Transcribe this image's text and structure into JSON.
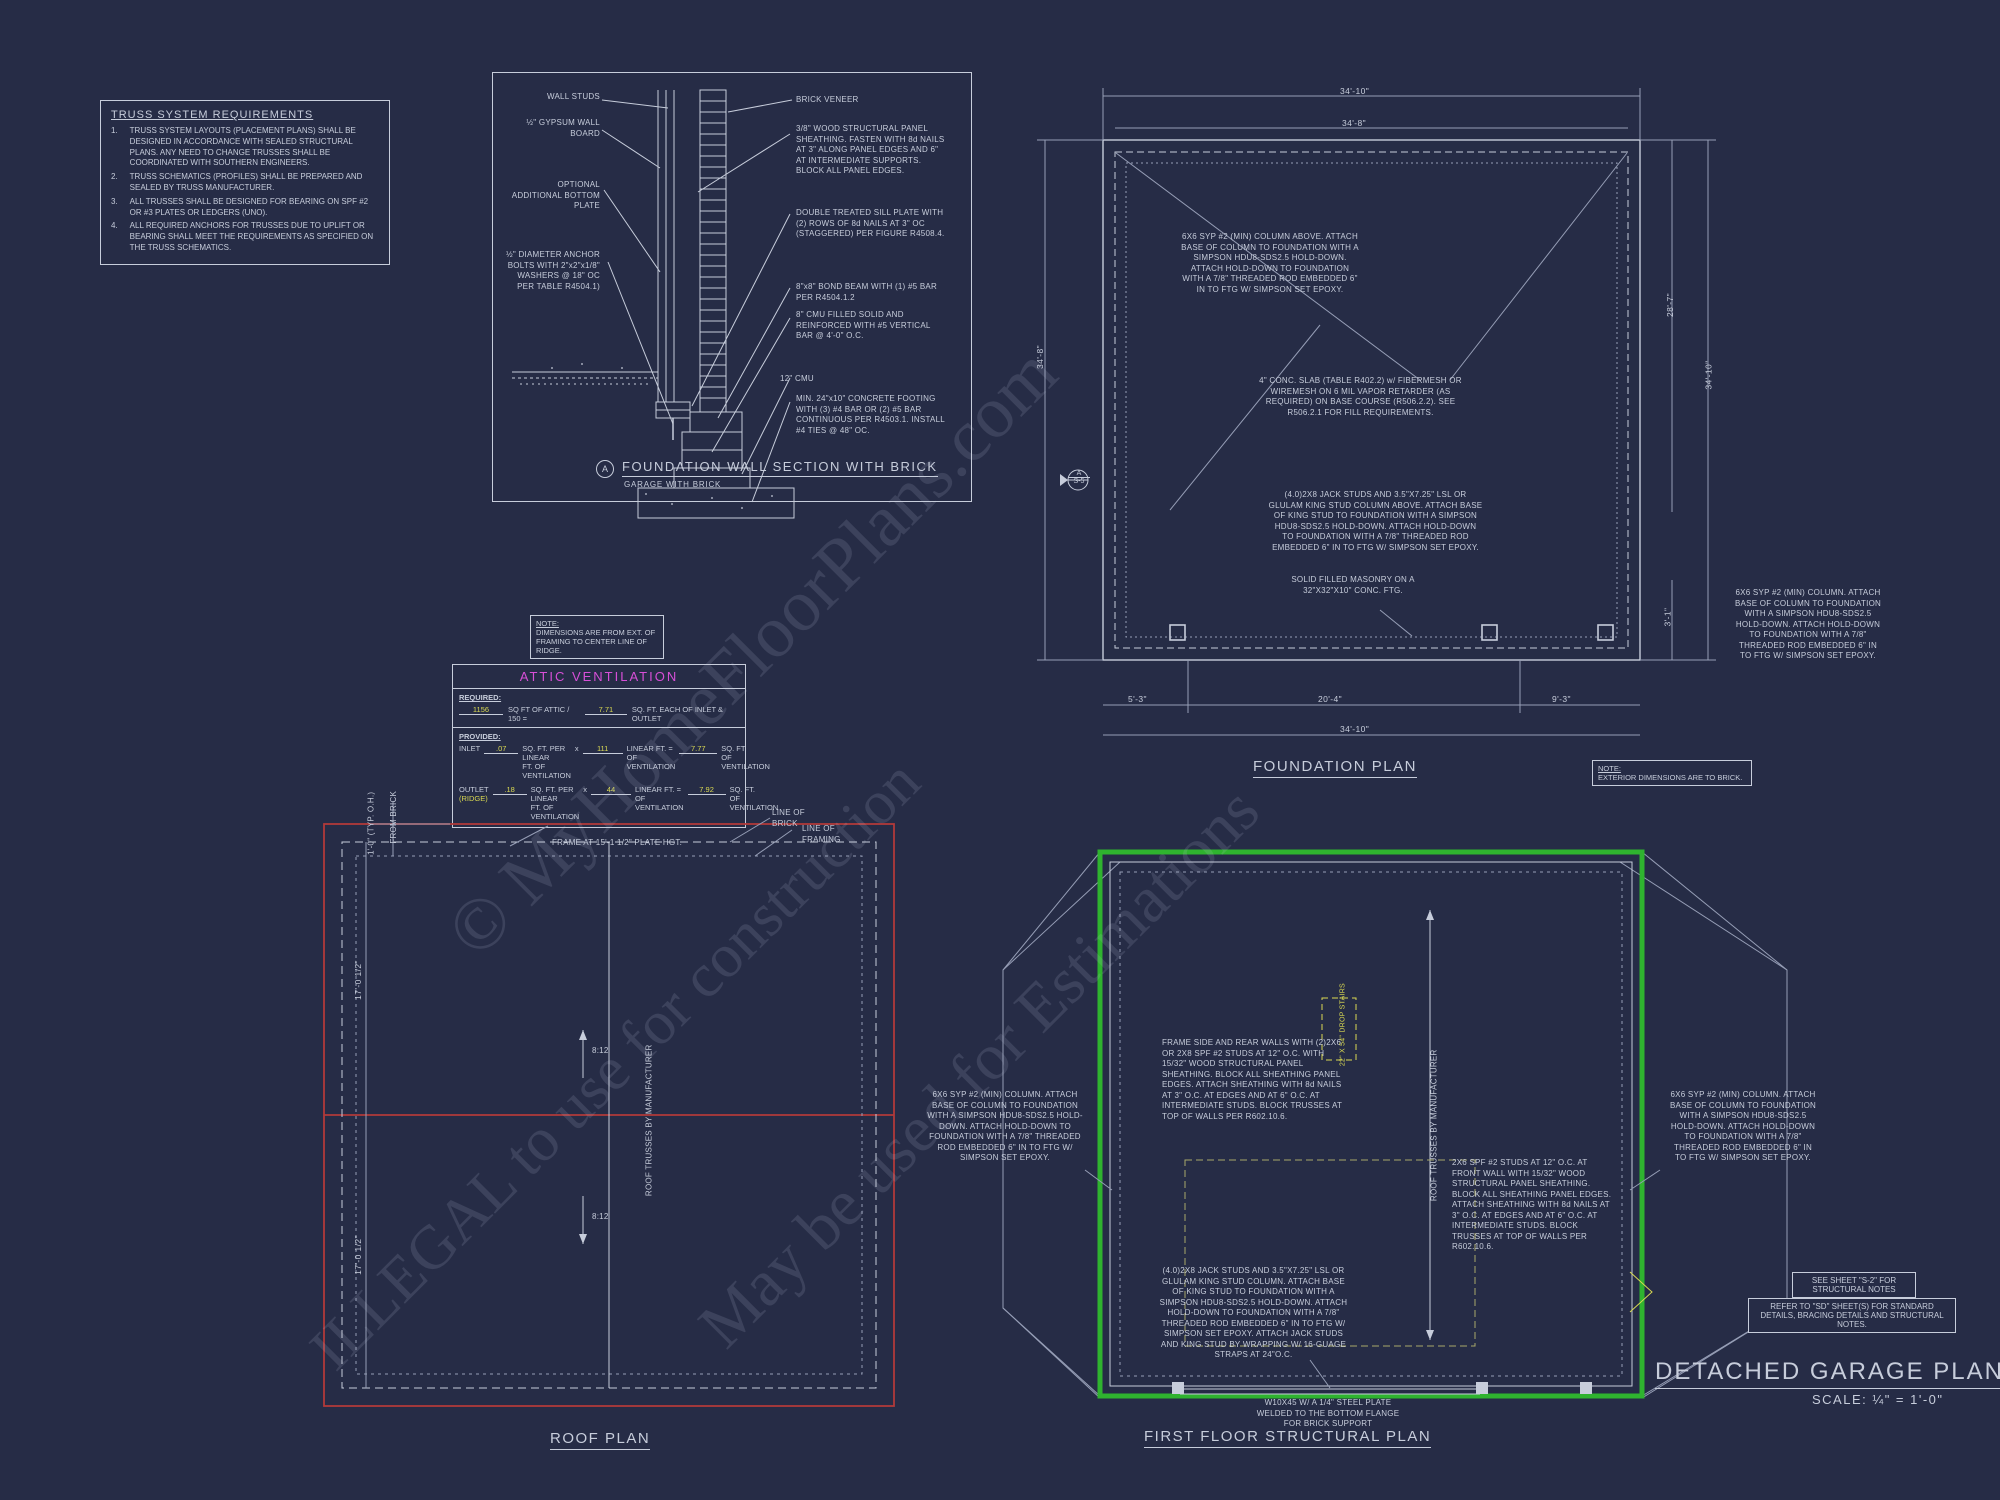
{
  "watermark": {
    "line1": "© MyHomeFloorPlans.com",
    "line2": "ILLEGAL to use for construction",
    "line3": "May be used for Estimations"
  },
  "truss_requirements": {
    "title": "TRUSS SYSTEM REQUIREMENTS",
    "items": [
      {
        "num": "1.",
        "text": "TRUSS SYSTEM LAYOUTS (PLACEMENT PLANS) SHALL BE DESIGNED IN ACCORDANCE WITH SEALED STRUCTURAL PLANS. ANY NEED TO CHANGE TRUSSES SHALL BE COORDINATED WITH SOUTHERN ENGINEERS."
      },
      {
        "num": "2.",
        "text": "TRUSS SCHEMATICS (PROFILES) SHALL BE PREPARED AND SEALED BY TRUSS MANUFACTURER."
      },
      {
        "num": "3.",
        "text": "ALL TRUSSES SHALL BE DESIGNED FOR BEARING ON SPF #2 OR #3 PLATES OR LEDGERS (UNO)."
      },
      {
        "num": "4.",
        "text": "ALL REQUIRED ANCHORS FOR TRUSSES DUE TO UPLIFT OR BEARING SHALL MEET THE REQUIREMENTS AS SPECIFIED ON THE TRUSS SCHEMATICS."
      }
    ]
  },
  "wall_section": {
    "label_wall_studs": "WALL STUDS",
    "label_gypsum": "½\" GYPSUM WALL BOARD",
    "label_bottom_plate": "OPTIONAL ADDITIONAL BOTTOM PLATE",
    "label_anchor_bolts": "½\" DIAMETER ANCHOR BOLTS WITH 2\"x2\"x1/8\" WASHERS @ 18\" OC PER TABLE R4504.1)",
    "label_brick_veneer": "BRICK VENEER",
    "label_sheathing": "3/8\" WOOD STRUCTURAL PANEL SHEATHING. FASTEN WITH 8d NAILS AT 3\" ALONG PANEL EDGES AND 6\" AT INTERMEDIATE SUPPORTS. BLOCK ALL PANEL EDGES.",
    "label_sill_plate": "DOUBLE TREATED SILL PLATE WITH (2) ROWS OF 8d NAILS AT 3\" OC (STAGGERED) PER FIGURE R4508.4.",
    "label_bond_beam": "8\"x8\" BOND BEAM WITH (1) #5 BAR PER R4504.1.2",
    "label_cmu_filled": "8\" CMU FILLED SOLID AND REINFORCED WITH #5 VERTICAL BAR @ 4'-0\" O.C.",
    "label_cmu12": "12\" CMU",
    "label_footing": "MIN. 24\"x10\" CONCRETE FOOTING WITH (3) #4 BAR OR (2) #5 BAR CONTINUOUS PER R4503.1. INSTALL #4 TIES @ 48\" OC.",
    "marker": "A",
    "title": "FOUNDATION WALL SECTION WITH BRICK",
    "subtitle": "GARAGE WITH BRICK"
  },
  "foundation_plan": {
    "title": "FOUNDATION PLAN",
    "note_title": "NOTE:",
    "note_text": "EXTERIOR DIMENSIONS ARE TO BRICK.",
    "label_column_above": "6X6 SYP #2 (MIN) COLUMN ABOVE. ATTACH BASE OF COLUMN TO FOUNDATION WITH A SIMPSON HDU8-SDS2.5 HOLD-DOWN.  ATTACH HOLD-DOWN TO FOUNDATION WITH A 7/8\" THREADED ROD EMBEDDED 6\" IN TO FTG W/ SIMPSON SET EPOXY.",
    "label_slab": "4\" CONC. SLAB (TABLE R402.2) w/ FIBERMESH OR WIREMESH ON 6 MIL VAPOR RETARDER (AS REQUIRED) ON BASE COURSE (R506.2.2). SEE R506.2.1 FOR FILL REQUIREMENTS.",
    "label_jack_studs": "(4.0)2X8 JACK STUDS AND 3.5\"X7.25\" LSL OR GLULAM KING STUD COLUMN ABOVE. ATTACH BASE OF KING STUD TO FOUNDATION WITH A SIMPSON HDU8-SDS2.5 HOLD-DOWN.  ATTACH HOLD-DOWN TO FOUNDATION WITH A 7/8\" THREADED ROD EMBEDDED 6\" IN TO FTG W/ SIMPSON SET EPOXY.",
    "label_masonry": "SOLID FILLED MASONRY ON A 32\"X32\"X10\" CONC. FTG.",
    "label_column_right": "6X6 SYP #2 (MIN) COLUMN.  ATTACH BASE OF COLUMN TO FOUNDATION WITH A SIMPSON HDU8-SDS2.5 HOLD-DOWN.  ATTACH HOLD-DOWN TO FOUNDATION WITH A 7/8\" THREADED ROD EMBEDDED 6\" IN TO FTG W/ SIMPSON SET EPOXY.",
    "section_marker_letter": "A",
    "section_marker_sheet": "S-5",
    "dims": {
      "top": "34'-10\"",
      "top_inner": "34'-8\"",
      "left": "34'-8\"",
      "right_inner": "28'-7\"",
      "right_outer": "34'-10\"",
      "right_small": "3'-1\"",
      "bottom_1": "5'-3\"",
      "bottom_2": "20'-4\"",
      "bottom_3": "9'-3\"",
      "bottom_total": "34'-10\""
    }
  },
  "attic_note": {
    "title": "NOTE:",
    "text": "DIMENSIONS ARE FROM EXT. OF FRAMING TO CENTER LINE OF RIDGE."
  },
  "attic_table": {
    "title": "ATTIC VENTILATION",
    "required_label": "REQUIRED:",
    "required": {
      "v1": "1156",
      "mid": "SQ FT OF ATTIC / 150 =",
      "v2": "7.71",
      "tail": "SQ. FT. EACH OF INLET & OUTLET"
    },
    "provided_label": "PROVIDED:",
    "inlet": {
      "label": "INLET",
      "v1": ".07",
      "t1l1": "SQ. FT. PER LINEAR",
      "t1l2": "FT. OF VENTILATION",
      "x": "x",
      "v2": "111",
      "t2l1": "LINEAR FT. =",
      "t2l2": "OF VENTILATION",
      "v3": "7.77",
      "t3l1": "SQ. FT.",
      "t3l2": "OF VENTILATION"
    },
    "outlet": {
      "label": "OUTLET",
      "sub": "(RIDGE)",
      "v1": ".18",
      "t1l1": "SQ. FT. PER LINEAR",
      "t1l2": "FT. OF VENTILATION",
      "x": "x",
      "v2": "44",
      "t2l1": "LINEAR FT. =",
      "t2l2": "OF VENTILATION",
      "v3": "7.92",
      "t3l1": "SQ. FT.",
      "t3l2": "OF VENTILATION"
    }
  },
  "roof_plan": {
    "title": "ROOF PLAN",
    "label_frame": "FRAME AT 15'-1 1/2\" PLATE HGT.",
    "label_line_of_brick": "LINE OF BRICK",
    "label_line_of_framing": "LINE OF FRAMING",
    "label_oh": "1'-0\" (TYP. O.H.)",
    "label_from_brick": "FROM BRICK",
    "label_trusses": "ROOF TRUSSES BY MANUFACTURER",
    "slope_top": "8:12",
    "slope_bottom": "8:12",
    "dim_upper": "17'-0 1/2\"",
    "dim_lower": "17'-0 1/2\""
  },
  "first_floor": {
    "title": "FIRST FLOOR STRUCTURAL PLAN",
    "label_column_left": "6X6 SYP #2 (MIN) COLUMN. ATTACH BASE OF COLUMN TO FOUNDATION WITH A SIMPSON HDU8-SDS2.5 HOLD-DOWN.  ATTACH HOLD-DOWN TO FOUNDATION WITH A 7/8\" THREADED ROD EMBEDDED 6\" IN TO FTG W/ SIMPSON SET EPOXY.",
    "label_frame_walls": "FRAME SIDE AND REAR WALLS WITH (2)2X6 OR 2X8 SPF #2 STUDS AT 12\" O.C. WITH 15/32\" WOOD STRUCTURAL PANEL SHEATHING.  BLOCK ALL SHEATHING PANEL EDGES.  ATTACH SHEATHING WITH 8d NAILS AT 3\" O.C. AT EDGES AND AT 6\" O.C. AT INTERMEDIATE STUDS.  BLOCK TRUSSES AT TOP OF WALLS PER R602.10.6.",
    "label_drop_stairs": "22\" X 54\" DROP STAIRS",
    "label_trusses": "ROOF TRUSSES BY MANUFACTURER",
    "label_front_wall": "2X6 SPF #2 STUDS AT 12\" O.C. AT FRONT WALL WITH 15/32\" WOOD STRUCTURAL PANEL SHEATHING. BLOCK ALL SHEATHING PANEL EDGES.  ATTACH SHEATHING WITH 8d NAILS AT 3\" O.C. AT EDGES AND AT 6\" O.C. AT INTERMEDIATE STUDS.  BLOCK TRUSSES AT TOP OF WALLS PER R602.10.6.",
    "label_jack_studs": "(4.0)2X8 JACK STUDS AND 3.5\"X7.25\" LSL OR GLULAM KING STUD COLUMN. ATTACH BASE OF KING STUD TO FOUNDATION WITH A SIMPSON HDU8-SDS2.5 HOLD-DOWN.  ATTACH HOLD-DOWN TO FOUNDATION WITH A 7/8\" THREADED ROD EMBEDDED 6\" IN TO FTG W/ SIMPSON SET EPOXY. ATTACH JACK STUDS AND KING STUD BY WRAPPING W/ 16-GUAGE STRAPS AT 24\"O.C.",
    "label_steel": "W10X45 W/ A 1/4\" STEEL PLATE WELDED TO THE BOTTOM FLANGE FOR BRICK SUPPORT",
    "label_column_right": "6X6 SYP #2 (MIN) COLUMN. ATTACH BASE OF COLUMN TO FOUNDATION WITH A SIMPSON HDU8-SDS2.5 HOLD-DOWN.  ATTACH HOLD-DOWN TO FOUNDATION WITH A 7/8\" THREADED ROD EMBEDDED 6\" IN TO FTG W/ SIMPSON SET EPOXY."
  },
  "sheet_notes": {
    "note1": "SEE SHEET \"S-2\" FOR STRUCTURAL NOTES",
    "note2": "REFER TO \"SD\"  SHEET(S) FOR STANDARD DETAILS, BRACING DETAILS AND STRUCTURAL NOTES."
  },
  "title_block": {
    "title": "DETACHED GARAGE PLAN",
    "scale": "SCALE: ¼\" = 1'-0\""
  },
  "colors": {
    "background": "#262c46",
    "line": "#c7cddb",
    "red": "#b13a3a",
    "green": "#2fb32f",
    "yellow": "#d9d952",
    "magenta": "#d74fd7"
  }
}
